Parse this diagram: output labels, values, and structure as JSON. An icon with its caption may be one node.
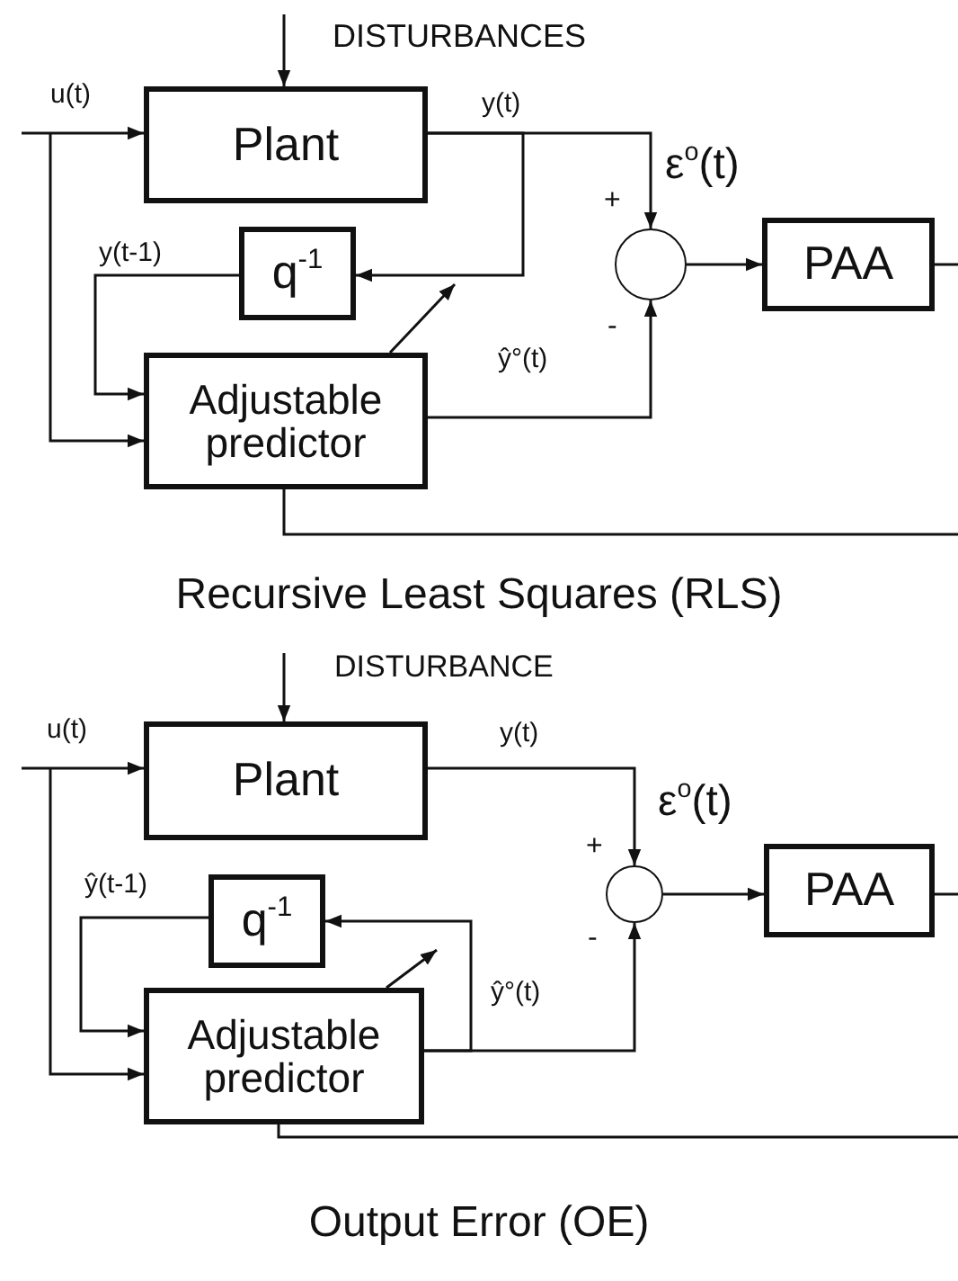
{
  "diagram": {
    "nodes": [
      {
        "text": [
          "Plant"
        ]
      },
      {
        "text": [
          "q$^{-1}$"
        ]
      },
      {
        "text": [
          "Adjustable predictor"
        ]
      },
      {
        "text": [],
        "shape": "circle",
        "beside": [
          "ε$^{o}$(t)"
        ]
      },
      {
        "text": [
          "PAA"
        ]
      },
      {
        "text": [
          "Plant"
        ]
      },
      {
        "text": [
          "q$^{-1}$"
        ]
      },
      {
        "text": [
          "Adjustable predictor"
        ]
      },
      {
        "text": [],
        "shape": "circle",
        "beside": [
          "ε$^{o}$(t)"
        ]
      },
      {
        "text": [
          "PAA"
        ]
      }
    ],
    "edges": [
      {
        "from": null,
        "to": 0,
        "arrow": "to"
      },
      {
        "from": null,
        "to": 0,
        "arrow": "to",
        "label": "u(t)"
      },
      {
        "from": null,
        "to": 2,
        "arrow": "to"
      },
      {
        "from": 0,
        "to": 3,
        "arrow": "to",
        "label": "y(t)"
      },
      {
        "from": 0,
        "to": 1,
        "arrow": "to"
      },
      {
        "from": 1,
        "to": 2,
        "arrow": "to",
        "label": "y(t-1)"
      },
      {
        "from": 2,
        "to": 3,
        "arrow": "to",
        "label": "ŷ°(t)"
      },
      {
        "from": 3,
        "to": 4,
        "arrow": "to"
      },
      {
        "from": 4,
        "to": null,
        "arrow": "none"
      },
      {
        "from": null,
        "to": 2,
        "arrow": "none"
      },
      {
        "from": 2,
        "to": null,
        "arrow": "to"
      },
      {
        "from": null,
        "to": 5,
        "arrow": "to"
      },
      {
        "from": null,
        "to": 5,
        "arrow": "to",
        "label": "u(t)"
      },
      {
        "from": null,
        "to": 7,
        "arrow": "to"
      },
      {
        "from": 5,
        "to": 8,
        "arrow": "to",
        "label": "y(t)"
      },
      {
        "from": 7,
        "to": 6,
        "arrow": "to"
      },
      {
        "from": 6,
        "to": 7,
        "arrow": "to",
        "label": "ŷ(t-1)"
      },
      {
        "from": 7,
        "to": 8,
        "arrow": "to",
        "label": "ŷ°(t)"
      },
      {
        "from": 8,
        "to": 9,
        "arrow": "to"
      },
      {
        "from": 9,
        "to": null,
        "arrow": "none"
      },
      {
        "from": null,
        "to": 7,
        "arrow": "none"
      },
      {
        "from": 7,
        "to": null,
        "arrow": "to"
      }
    ],
    "labels": [
      "DISTURBANCES",
      "+",
      "-",
      "Recursive Least Squares (RLS)",
      "DISTURBANCE",
      "+",
      "-",
      "Output Error (OE)"
    ]
  }
}
